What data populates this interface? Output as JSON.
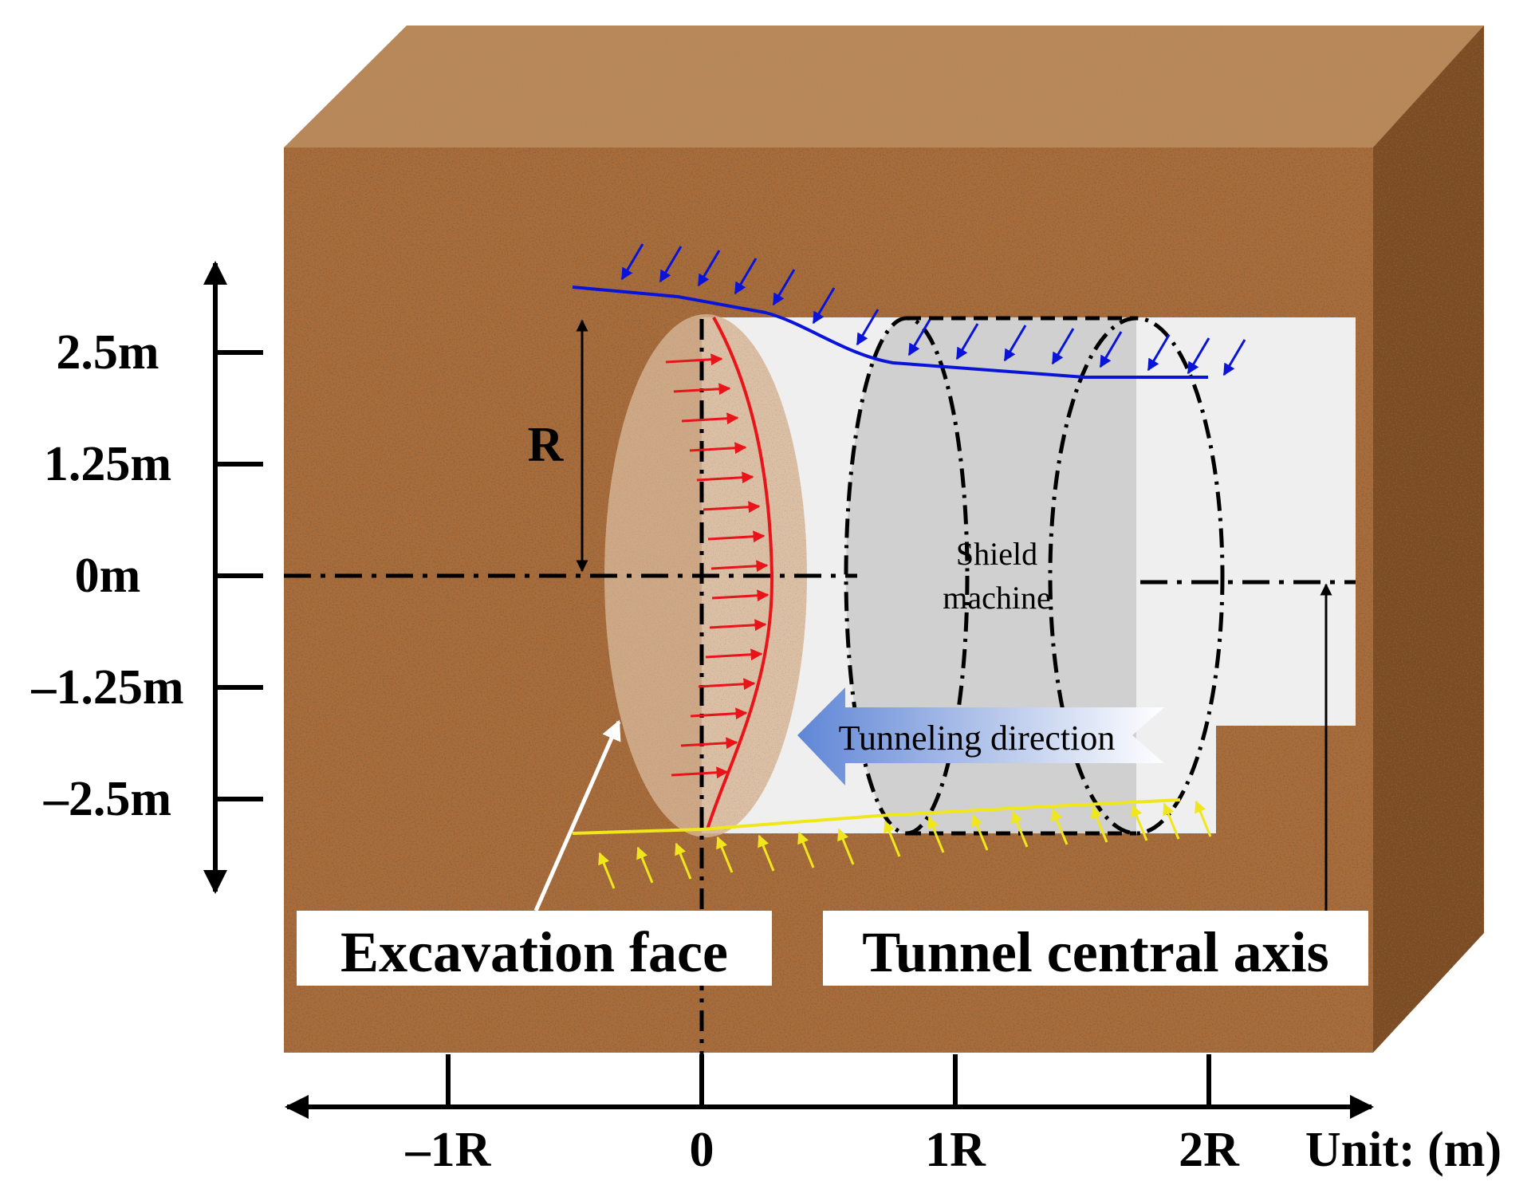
{
  "diagram": {
    "y_axis": {
      "ticks": [
        {
          "label": "2.5m",
          "value": 2.5
        },
        {
          "label": "1.25m",
          "value": 1.25
        },
        {
          "label": "0m",
          "value": 0
        },
        {
          "label": "–1.25m",
          "value": -1.25
        },
        {
          "label": "–2.5m",
          "value": -2.5
        }
      ]
    },
    "x_axis": {
      "ticks": [
        {
          "label": "–1R",
          "value": -1
        },
        {
          "label": "0",
          "value": 0
        },
        {
          "label": "1R",
          "value": 1
        },
        {
          "label": "2R",
          "value": 2
        }
      ],
      "unit_label": "Unit: (m)"
    },
    "radius_label": "R",
    "shield_label_line1": "Shield",
    "shield_label_line2": "machine",
    "direction_label": "Tunneling direction",
    "excavation_label": "Excavation face",
    "axis_label": "Tunnel central axis",
    "colors": {
      "soil": "#a96c3b",
      "soil_dark": "#7d4b24",
      "tunnel": "#efefef",
      "shield": "#d0d0d0",
      "top_pressure": "#0a14d8",
      "face_pressure": "#e8141a",
      "bottom_pressure": "#f0e61c",
      "direction_arrow": "#6e8fd6"
    }
  }
}
